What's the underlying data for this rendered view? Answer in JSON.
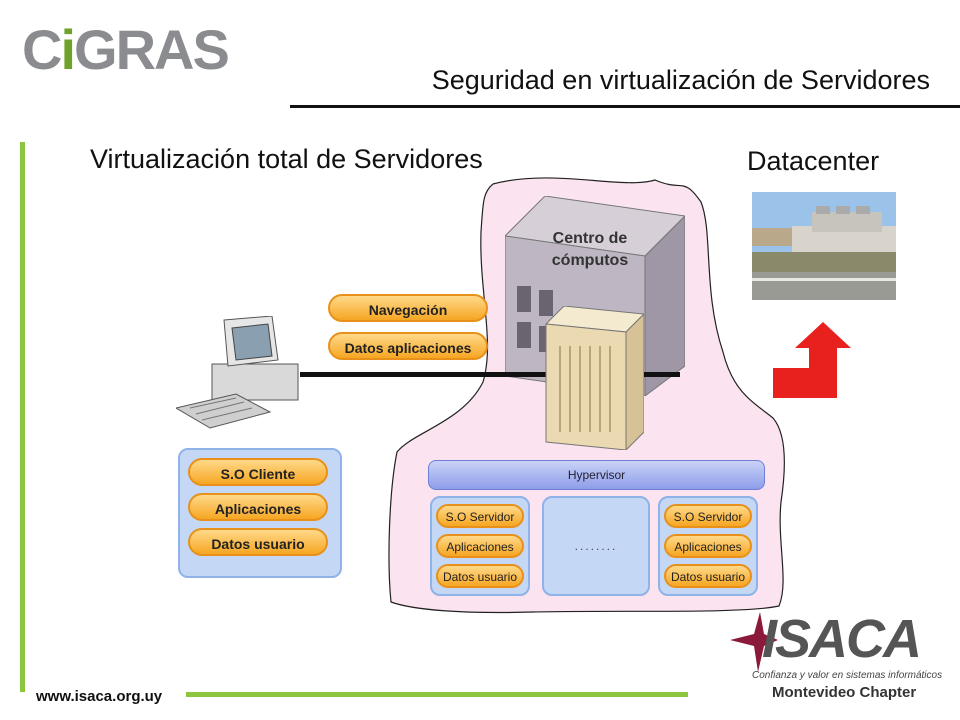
{
  "header": {
    "logo_text_c": "C",
    "logo_text_i": "i",
    "logo_text_rest": "GRAS",
    "title": "Seguridad en virtualización de Servidores"
  },
  "slide": {
    "subtitle": "Virtualización total de Servidores",
    "datacenter_label": "Datacenter"
  },
  "diagram": {
    "building_label_1": "Centro de",
    "building_label_2": "cómputos",
    "network_pills": [
      "Navegación",
      "Datos aplicaciones"
    ],
    "client_stack": [
      "S.O Cliente",
      "Aplicaciones",
      "Datos usuario"
    ],
    "hypervisor": "Hypervisor",
    "vm_left": [
      "S.O Servidor",
      "Aplicaciones",
      "Datos usuario"
    ],
    "vm_middle": "........",
    "vm_right": [
      "S.O Servidor",
      "Aplicaciones",
      "Datos usuario"
    ]
  },
  "footer": {
    "url": "www.isaca.org.uy",
    "isaca_name": "ISACA",
    "isaca_tagline": "Confianza y valor en sistemas informáticos",
    "isaca_chapter": "Montevideo Chapter"
  },
  "colors": {
    "accent_green": "#8cc63f",
    "cloud_pink": "#fbe3f0",
    "pill_orange": "#f6a623",
    "box_blue": "#c4d8f6",
    "arrow_red": "#e8211f"
  }
}
